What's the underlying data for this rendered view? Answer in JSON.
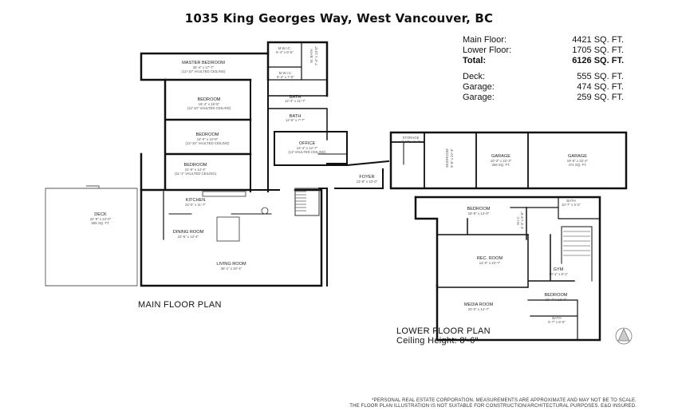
{
  "title": "1035 King Georges Way, West Vancouver, BC",
  "areas": [
    {
      "label": "Main Floor:",
      "value": "4421 SQ. FT."
    },
    {
      "label": "Lower Floor:",
      "value": "1705 SQ. FT."
    },
    {
      "label": "Total:",
      "value": "6126 SQ. FT."
    },
    {
      "label": "Deck:",
      "value": "555 SQ. FT."
    },
    {
      "label": "Garage:",
      "value": "474 SQ. FT."
    },
    {
      "label": "Garage:",
      "value": "259 SQ. FT."
    }
  ],
  "main_floor_label": "MAIN FLOOR PLAN",
  "lower_floor_label": "LOWER FLOOR PLAN",
  "ceiling_height": "Ceiling Height: 8'-6\"",
  "disclaimer_line1": "*PERSONAL REAL ESTATE CORPORATION. MEASUREMENTS ARE APPROXIMATE AND MAY NOT BE TO SCALE.",
  "disclaimer_line2": "THE FLOOR PLAN ILLUSTRATION IS NOT SUITABLE FOR CONSTRUCTION/ARCHITECTURAL PURPOSES. E&O INSURED.",
  "rooms": {
    "master": {
      "name": "MASTER BEDROOM",
      "dims": "26'-4\" x 17'-7\"",
      "note": "(12'-10\" VAULTED CEILING)"
    },
    "mwic1": {
      "name": "M.W.I.C.",
      "dims": "6'-4\" x 8'-5\""
    },
    "mbath": {
      "name": "M. BATH",
      "dims": "7'-4\" x 13'-0\""
    },
    "mwic2": {
      "name": "M.W.I.C.",
      "dims": "6'-2\" x 7'-5\""
    },
    "bath1": {
      "name": "BATH",
      "dims": "12'-4\" x 11'-7\""
    },
    "bed1": {
      "name": "BEDROOM",
      "dims": "16'-4\" x 16'-5\"",
      "note": "(12'-10\" VAULTED CEILING)"
    },
    "bath2": {
      "name": "BATH",
      "dims": "12'-6\" x 7'-7\""
    },
    "bed2": {
      "name": "BEDROOM",
      "dims": "14'-0\" x 12'-8\"",
      "note": "(12'-10\" VAULTED CEILING)"
    },
    "office": {
      "name": "OFFICE",
      "dims": "13'-4\" x 12'-7\"",
      "note": "(13' VAULTED CEILING)"
    },
    "bed3": {
      "name": "BEDROOM",
      "dims": "21'-9\" x 14'-4\"",
      "note": "(11'-1\" VAULTED CEILING)"
    },
    "storage": {
      "name": "STORAGE",
      "dims": "9'-10\" x 5'-6\""
    },
    "mudroom": {
      "name": "MUDROOM",
      "dims": "9'-8\" x 22'-4\""
    },
    "garage1": {
      "name": "GARAGE",
      "dims": "10'-3\" x 22'-3\"",
      "note": "259 SQ. FT."
    },
    "garage2": {
      "name": "GARAGE",
      "dims": "19'-6\" x 22'-4\"",
      "note": "474 SQ. FT."
    },
    "foyer": {
      "name": "FOYER",
      "dims": "13'-8\" x 10'-0\""
    },
    "kitchen": {
      "name": "KITCHEN",
      "dims": "22'-5\" x 11'-7\""
    },
    "deck": {
      "name": "DECK",
      "dims": "22'-9\" x 24'-0\"",
      "note": "555 SQ. FT."
    },
    "dining": {
      "name": "DINING ROOM",
      "dims": "22'-5\" x 12'-4\""
    },
    "living": {
      "name": "LIVING ROOM",
      "dims": "36'-1\" x 20'-4\""
    },
    "lbed1": {
      "name": "BEDROOM",
      "dims": "18'-9\" x 14'-0\""
    },
    "lwic": {
      "name": "W.I.C.",
      "dims": "4'-3\" x 8'-6\""
    },
    "lbath1": {
      "name": "BATH",
      "dims": "10'-7\" x 5'-2\""
    },
    "rec": {
      "name": "REC. ROOM",
      "dims": "14'-0\" x 23'-7\""
    },
    "gym": {
      "name": "GYM",
      "dims": "10'-1\" x 8'-1\""
    },
    "lbed2": {
      "name": "BEDROOM",
      "dims": "10'-4\" x 12'-0\""
    },
    "media": {
      "name": "MEDIA ROOM",
      "dims": "22'-0\" x 14'-7\""
    },
    "lbath2": {
      "name": "BATH",
      "dims": "5'-7\" x 8'-0\""
    }
  }
}
